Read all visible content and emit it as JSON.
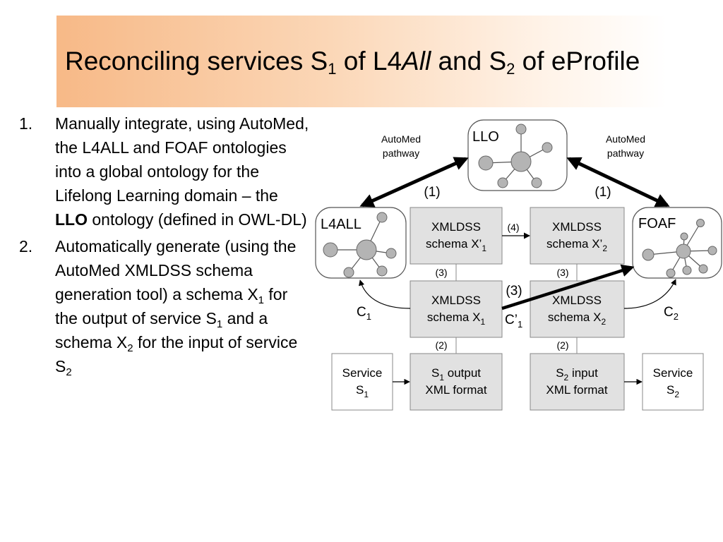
{
  "title": {
    "a": "Reconciling services S",
    "s1": "1",
    "b": " of L4",
    "all": "All",
    "c": " and S",
    "s2": "2",
    "d": " of eProfile"
  },
  "list": [
    {
      "num": "1.",
      "p1": "Manually integrate, using AutoMed, the L4ALL and FOAF ontologies into a global ontology for the Lifelong Learning domain – the ",
      "bold": "LLO",
      "p2": " ontology (defined in OWL-DL)"
    },
    {
      "num": "2.",
      "p1": "Automatically generate (using the AutoMed XMLDSS schema generation tool) a schema X",
      "s1": "1",
      "p2": " for the output of service S",
      "s2": "1",
      "p3": " and a schema X",
      "s3": "2",
      "p4": " for the input of service S",
      "s4": "2"
    }
  ],
  "diagram": {
    "llo": "LLO",
    "l4all": "L4ALL",
    "foaf": "FOAF",
    "pathway_left": [
      "AutoMed",
      "pathway"
    ],
    "pathway_right": [
      "AutoMed",
      "pathway"
    ],
    "step1": "(1)",
    "step2": "(2)",
    "step3": "(3)",
    "step4": "(4)",
    "xp1": [
      "XMLDSS",
      "schema X’",
      "1"
    ],
    "xp2": [
      "XMLDSS",
      "schema X’",
      "2"
    ],
    "x1": [
      "XMLDSS",
      "schema X",
      "1"
    ],
    "x2": [
      "XMLDSS",
      "schema X",
      "2"
    ],
    "c1": [
      "C",
      "1"
    ],
    "c2": [
      "C",
      "2"
    ],
    "cp1": [
      "C’",
      "1"
    ],
    "service1": [
      "Service",
      "S",
      "1"
    ],
    "service2": [
      "Service",
      "S",
      "2"
    ],
    "s1out": [
      "S",
      "1",
      " output",
      "XML format"
    ],
    "s2in": [
      "S",
      "2",
      " input",
      "XML format"
    ]
  }
}
